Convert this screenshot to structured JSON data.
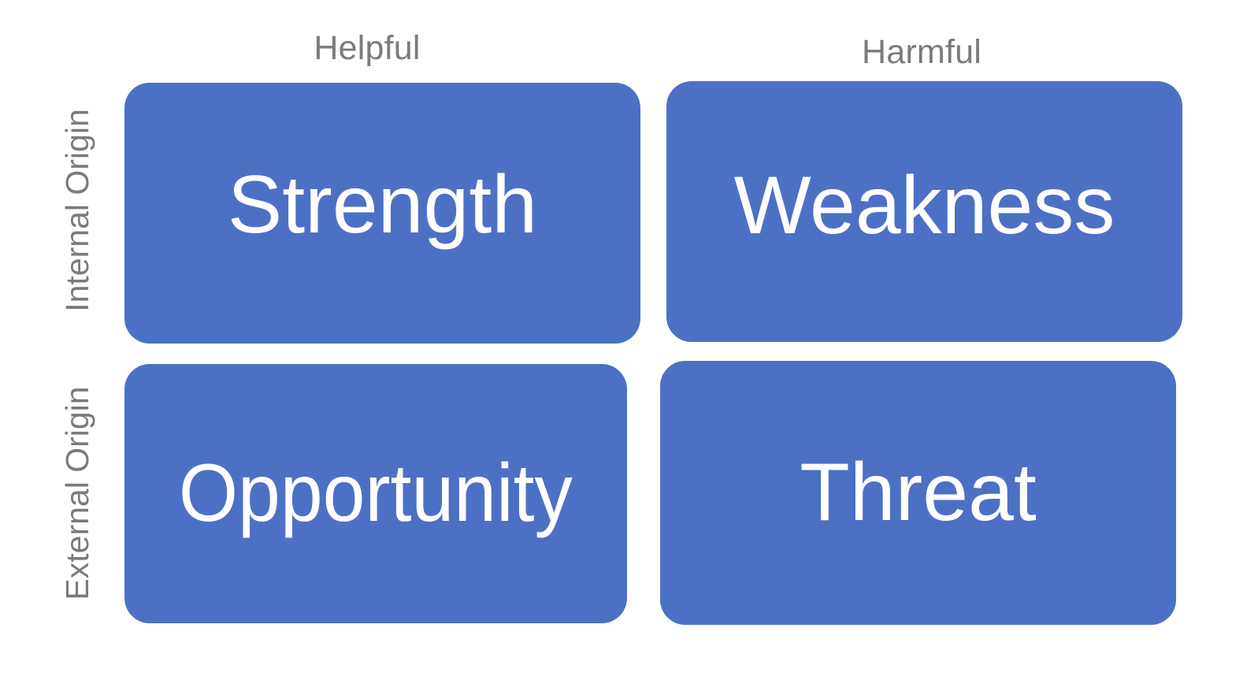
{
  "diagram": {
    "type": "swot-matrix",
    "background_color": "#ffffff",
    "box_color": "#4c71c4",
    "box_text_color": "#ffffff",
    "label_color": "#7b7b7b"
  },
  "columns": [
    {
      "id": "helpful",
      "label": "Helpful"
    },
    {
      "id": "harmful",
      "label": "Harmful"
    }
  ],
  "rows": [
    {
      "id": "internal",
      "label": "Internal Origin"
    },
    {
      "id": "external",
      "label": "External Origin"
    }
  ],
  "quadrants": [
    {
      "id": "strength",
      "label": "Strength",
      "row": "internal",
      "column": "helpful"
    },
    {
      "id": "weakness",
      "label": "Weakness",
      "row": "internal",
      "column": "harmful"
    },
    {
      "id": "opportunity",
      "label": "Opportunity",
      "row": "external",
      "column": "helpful"
    },
    {
      "id": "threat",
      "label": "Threat",
      "row": "external",
      "column": "harmful"
    }
  ]
}
